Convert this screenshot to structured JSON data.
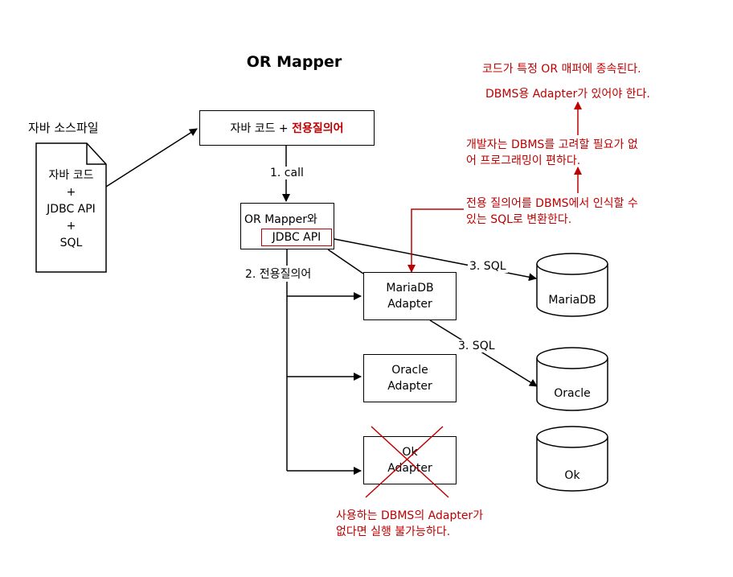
{
  "title": "OR Mapper",
  "source_file": {
    "caption": "자바 소스파일",
    "lines": [
      "자바 코드",
      "+",
      "JDBC API",
      "+",
      "SQL"
    ]
  },
  "java_code_box": {
    "prefix": "자바 코드 + ",
    "highlight": "전용질의어"
  },
  "or_mapper_box": {
    "line1": "OR Mapper와",
    "line2": "JDBC API"
  },
  "adapters": [
    "MariaDB\nAdapter",
    "Oracle\nAdapter",
    "Ok\nAdapter"
  ],
  "databases": [
    "MariaDB",
    "Oracle",
    "Ok"
  ],
  "edge_labels": {
    "call": "1. call",
    "query": "2. 전용질의어",
    "sql_1": "3. SQL",
    "sql_2": "3. SQL"
  },
  "notes": {
    "dependency": "코드가 특정 OR 매퍼에 종속된다.",
    "adapter_required": "DBMS용 Adapter가 있어야 한다.",
    "developer": "개발자는 DBMS를 고려할 필요가 없\n어 프로그래밍이 편하다.",
    "convert": "전용 질의어를 DBMS에서 인식할 수\n있는 SQL로 변환한다.",
    "unavailable": "사용하는 DBMS의 Adapter가\n없다면 실행 불가능하다."
  },
  "colors": {
    "note_red": "#c00000",
    "line": "#000000"
  }
}
